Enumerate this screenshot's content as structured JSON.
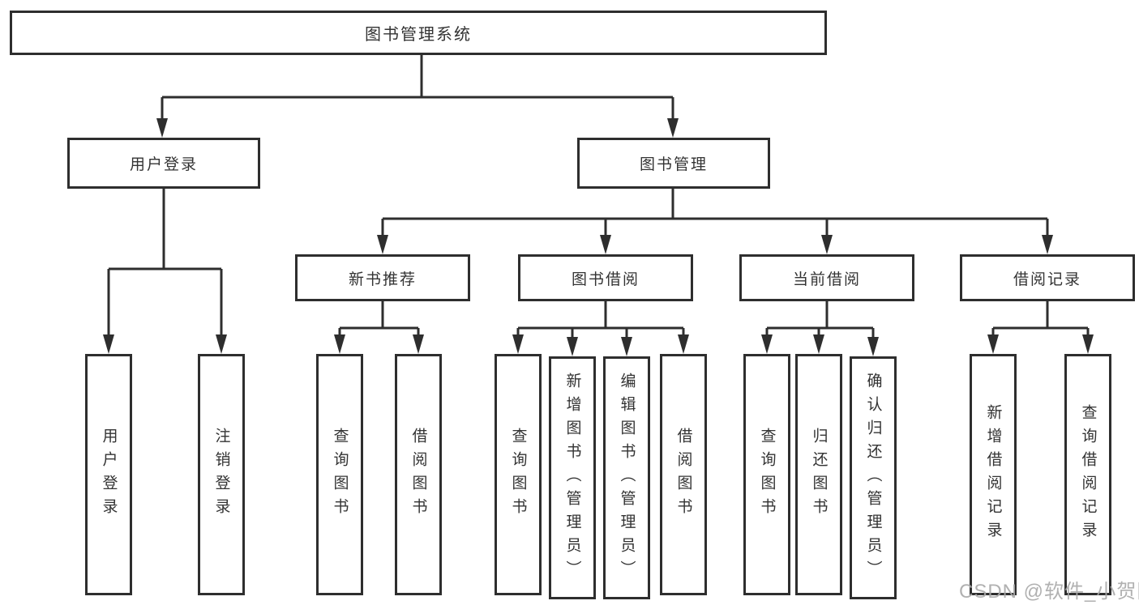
{
  "diagram": {
    "root": {
      "label": "图书管理系统"
    },
    "level2": [
      {
        "label": "用户登录"
      },
      {
        "label": "图书管理"
      }
    ],
    "level3": [
      {
        "label": "新书推荐"
      },
      {
        "label": "图书借阅"
      },
      {
        "label": "当前借阅"
      },
      {
        "label": "借阅记录"
      }
    ],
    "leaves": {
      "user_login": [
        "用户登录",
        "注销登录"
      ],
      "new_book_recommend": [
        "查询图书",
        "借阅图书"
      ],
      "book_borrow": [
        "查询图书",
        "新增图书（管理员）",
        "编辑图书（管理员）",
        "借阅图书"
      ],
      "current_borrow": [
        "查询图书",
        "归还图书",
        "确认归还（管理员）"
      ],
      "borrow_records": [
        "新增借阅记录",
        "查询借阅记录"
      ]
    }
  },
  "watermark": {
    "text": "CSDN @软件_小贺同学"
  },
  "colors": {
    "line": "#2e2e2e",
    "box_border": "#2e2e2e",
    "text": "#333333",
    "watermark": "#a8a8a8",
    "background": "#ffffff"
  }
}
